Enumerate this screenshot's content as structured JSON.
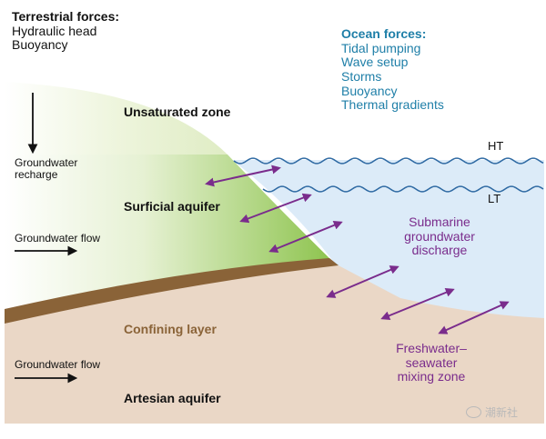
{
  "terrestrial": {
    "heading": "Terrestrial forces:",
    "items": [
      "Hydraulic head",
      "Buoyancy"
    ]
  },
  "ocean": {
    "heading": "Ocean forces:",
    "items": [
      "Tidal pumping",
      "Wave setup",
      "Storms",
      "Buoyancy",
      "Thermal gradients"
    ]
  },
  "zones": {
    "unsaturated": "Unsaturated zone",
    "surficial": "Surficial aquifer",
    "confining": "Confining layer",
    "artesian": "Artesian aquifer"
  },
  "left_labels": {
    "recharge": [
      "Groundwater",
      "recharge"
    ],
    "flow_upper": "Groundwater flow",
    "flow_lower": "Groundwater flow"
  },
  "tides": {
    "high": "HT",
    "low": "LT"
  },
  "sgd": [
    "Submarine",
    "groundwater",
    "discharge"
  ],
  "mixing": [
    "Freshwater–",
    "seawater",
    "mixing zone"
  ],
  "watermark": "潮新社",
  "colors": {
    "ocean_text": "#1f7fa8",
    "arrow_purple": "#7a2c8c",
    "confining": "#8a6338",
    "sea": "#dcebf8",
    "sediment": "#ead7c6",
    "aquifer_green": "#8bc34a"
  }
}
